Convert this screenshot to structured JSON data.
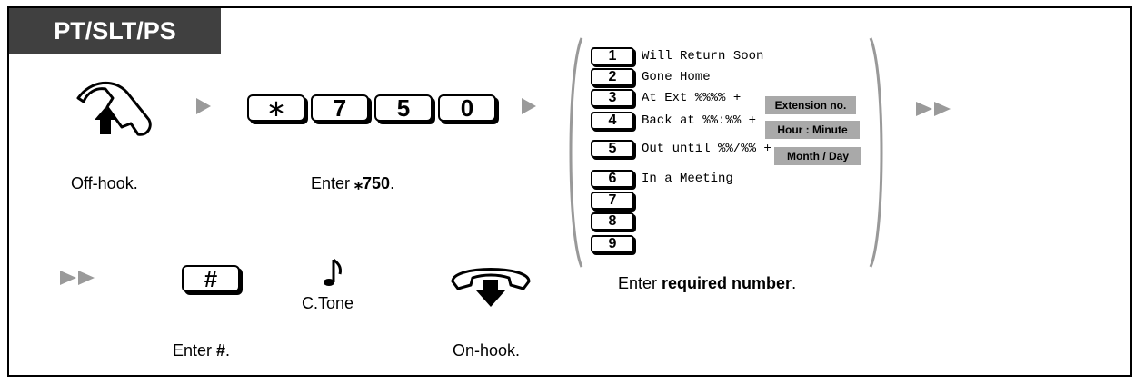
{
  "header": {
    "title": "PT/SLT/PS"
  },
  "steps": {
    "off_hook": "Off-hook.",
    "enter_prefix": "Enter ",
    "feature_code": "⁎750",
    "enter_suffix": ".",
    "enter_hash_prefix": "Enter ",
    "hash_bold": "#",
    "on_hook": "On-hook.",
    "ctone": "C.Tone",
    "enter_req_prefix": "Enter ",
    "enter_req_bold": "required number",
    "enter_req_suffix": "."
  },
  "keys": {
    "star": "∗",
    "seven": "7",
    "five": "5",
    "zero": "0",
    "hash": "#"
  },
  "messages": [
    {
      "num": "1",
      "text": "Will Return Soon"
    },
    {
      "num": "2",
      "text": "Gone Home"
    },
    {
      "num": "3",
      "text": "At Ext %%%% +",
      "badge": "Extension no."
    },
    {
      "num": "4",
      "text": "Back at %%:%% +",
      "badge": "Hour : Minute"
    },
    {
      "num": "5",
      "text": "Out until %%/%% +",
      "badge": "Month / Day"
    },
    {
      "num": "6",
      "text": "In a Meeting"
    },
    {
      "num": "7",
      "text": ""
    },
    {
      "num": "8",
      "text": ""
    },
    {
      "num": "9",
      "text": ""
    }
  ],
  "icons": {
    "off_hook": "handset-off-hook-icon",
    "on_hook": "handset-on-hook-icon",
    "tone": "music-note-icon",
    "arrow": "right-arrow-icon",
    "double_arrow": "double-right-arrow-icon"
  },
  "colors": {
    "header_bg": "#404040",
    "arrow": "#9a9a9a",
    "badge_bg": "#a9a9a9"
  }
}
